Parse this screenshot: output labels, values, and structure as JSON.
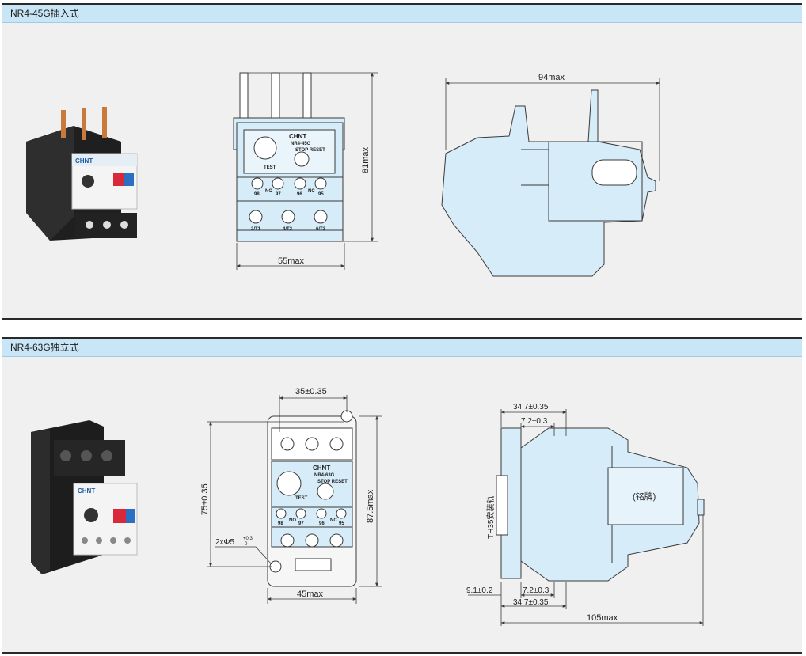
{
  "sections": [
    {
      "title": "NR4-45G插入式",
      "front_view": {
        "height_dim": "81max",
        "width_dim": "55max"
      },
      "side_view": {
        "width_dim": "94max"
      },
      "device_labels": {
        "brand": "CHNT",
        "model": "NR4-45G",
        "stop_reset": "STOP  RESET",
        "test": "TEST",
        "terminals_top": [
          "98",
          "NO",
          "97",
          "96",
          "NC",
          "95"
        ],
        "terminals_bottom": [
          "2/T1",
          "4/T2",
          "6/T3"
        ]
      }
    },
    {
      "title": "NR4-63G独立式",
      "front_view": {
        "top_dim": "35±0.35",
        "height_dim_left": "75±0.35",
        "height_dim_right": "87.5max",
        "width_dim": "45max",
        "hole_label": "2xΦ5",
        "hole_tol_upper": "+0.3",
        "hole_tol_lower": "0"
      },
      "side_view": {
        "dim_top_outer": "34.7±0.35",
        "dim_top_inner": "7.2±0.3",
        "dim_bottom_inner": "7.2±0.3",
        "dim_bottom_outer": "34.7±0.35",
        "dim_left": "9.1±0.2",
        "width_dim": "105max",
        "rail_label": "TH35安装轨",
        "nameplate": "(铭牌)"
      },
      "device_labels": {
        "brand": "CHNT",
        "model": "NR4-63G",
        "stop_reset": "STOP  RESET",
        "test": "TEST",
        "terminals_top": [
          "98",
          "NO",
          "97",
          "96",
          "NC",
          "95"
        ]
      }
    }
  ],
  "colors": {
    "header_bg": "#c9e6f7",
    "panel_bg": "#f0f0f0",
    "drawing_fill": "#d6ecf8",
    "line": "#3a3a3a"
  }
}
